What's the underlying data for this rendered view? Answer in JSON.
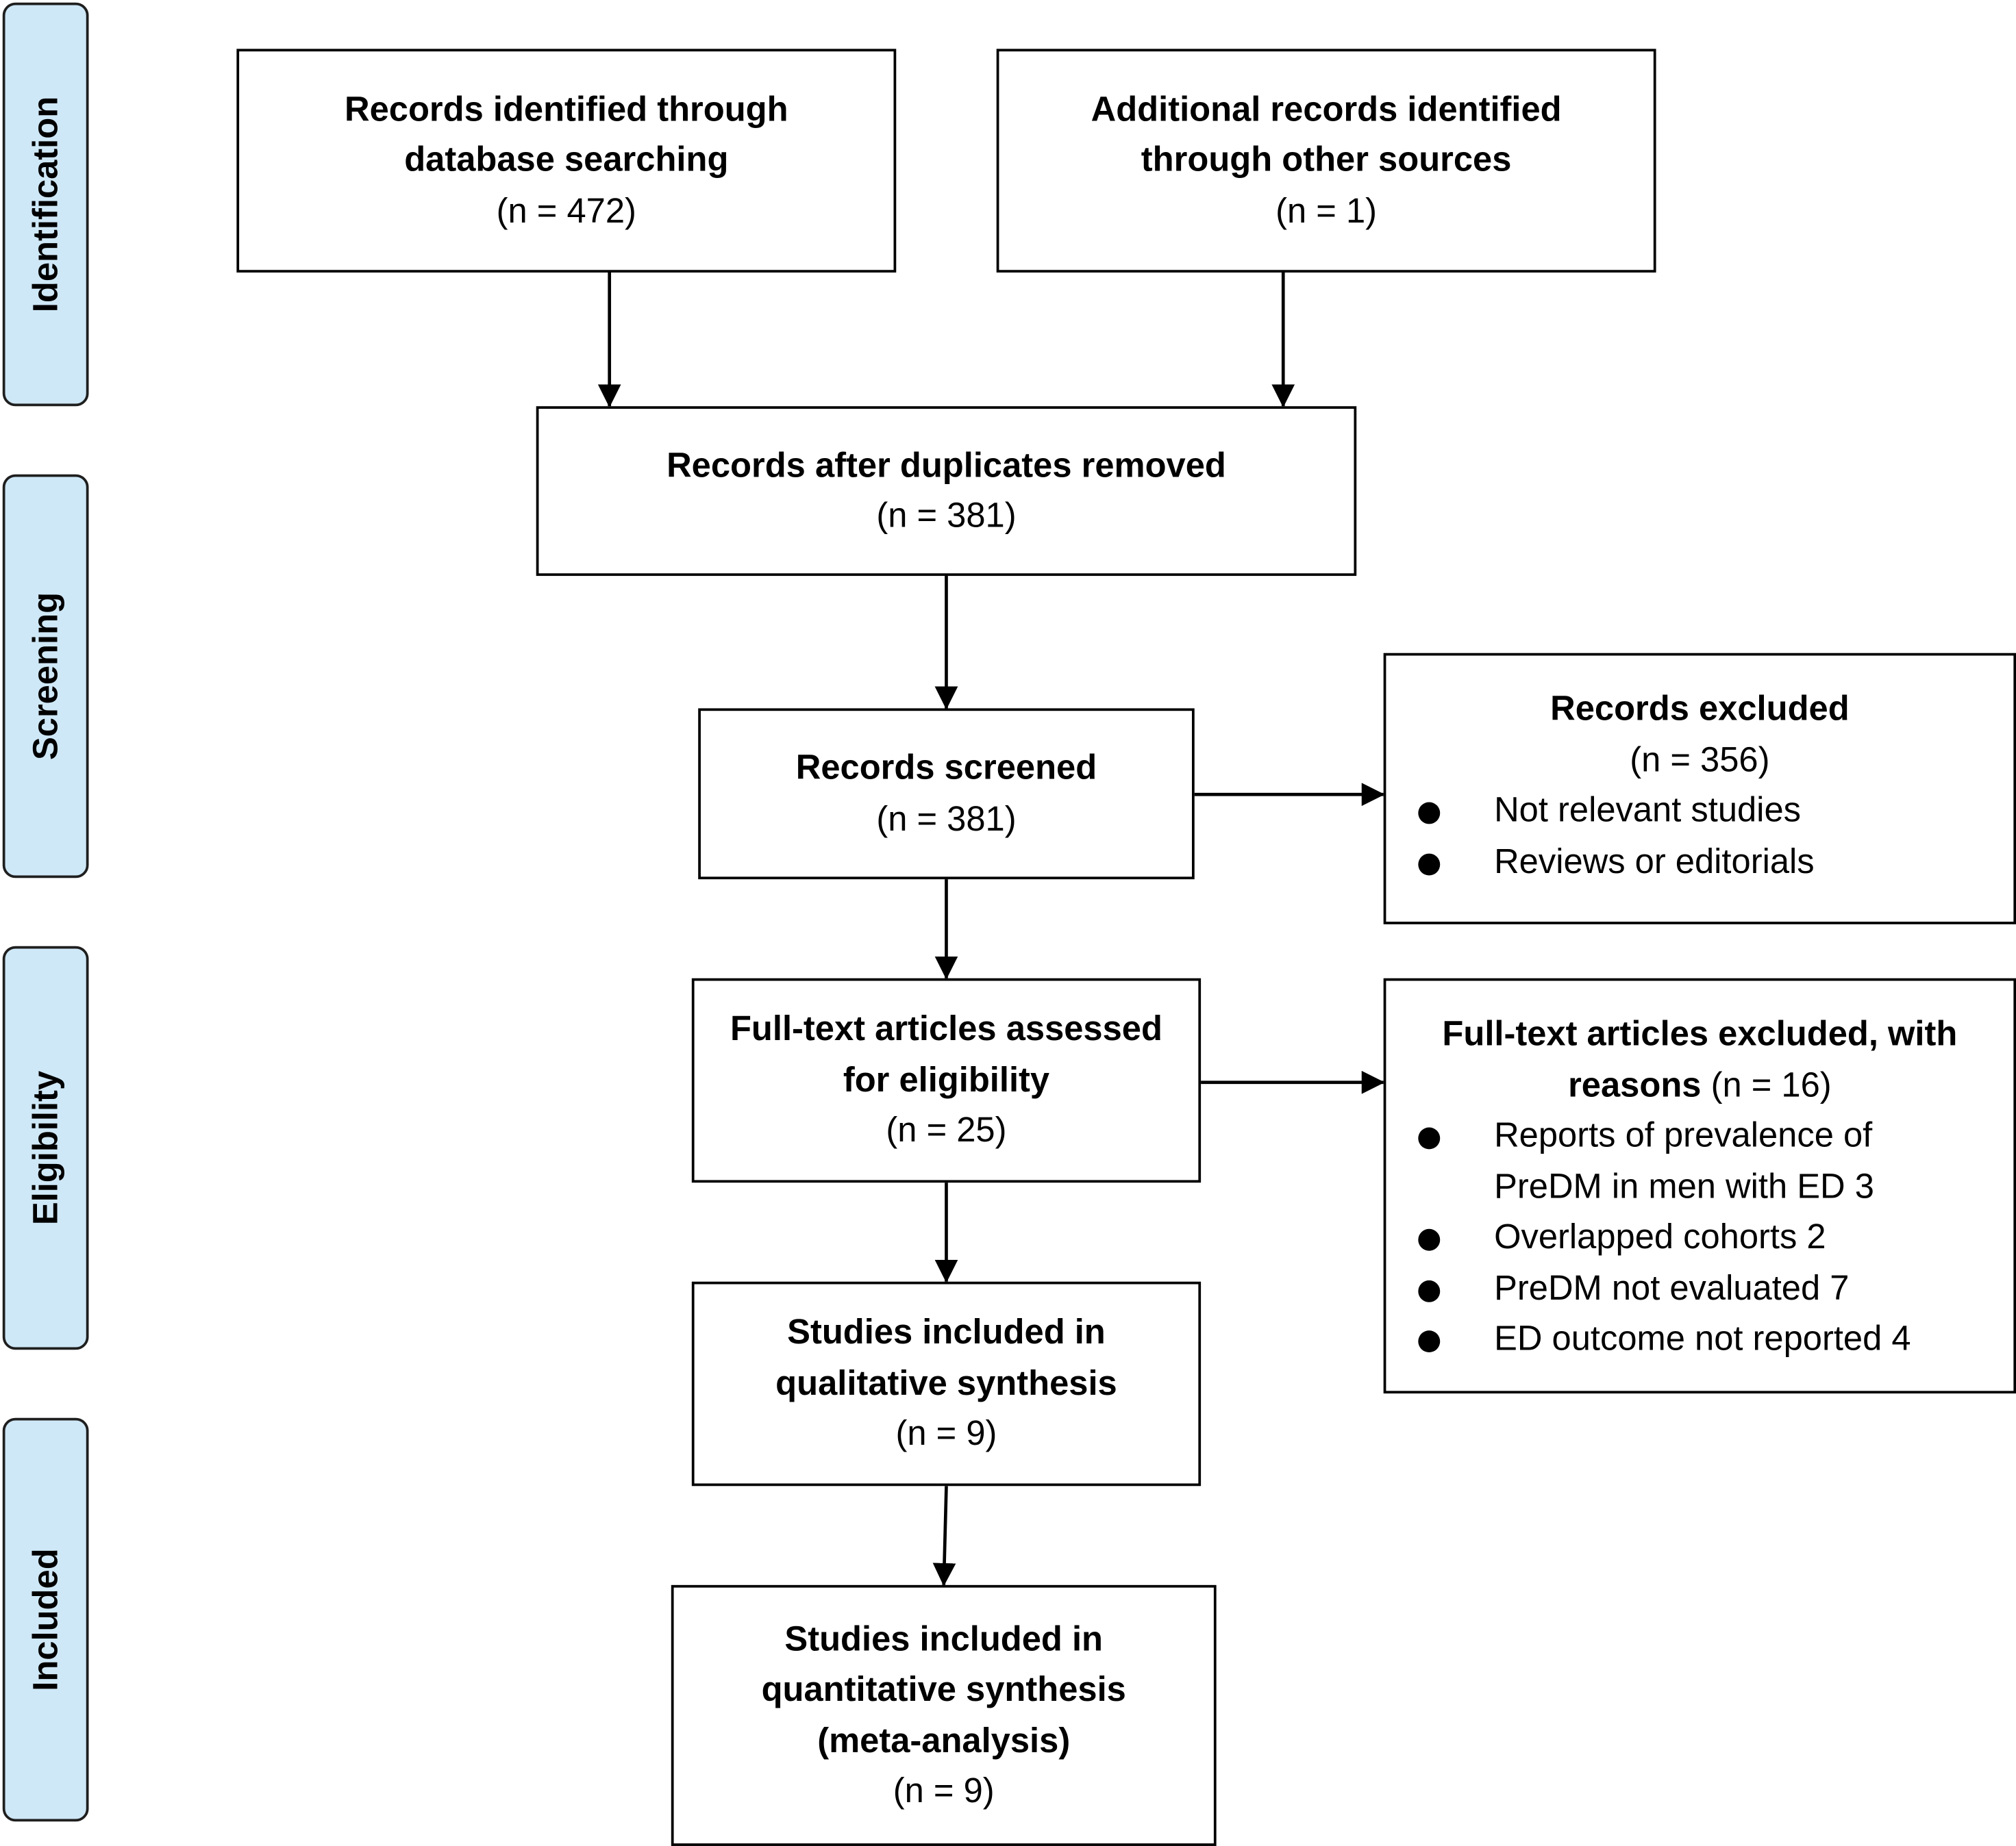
{
  "phases": [
    "Identification",
    "Screening",
    "Eligibility",
    "Included"
  ],
  "boxes": {
    "database": {
      "title": "Records identified through database searching",
      "count": "(n = 472)"
    },
    "other": {
      "title": "Additional records identified through other sources",
      "count": "(n = 1)"
    },
    "duplicates": {
      "title": "Records after duplicates removed",
      "count": "(n = 381)"
    },
    "screened": {
      "title": "Records screened",
      "count": "(n = 381)"
    },
    "excluded": {
      "title": "Records excluded",
      "count": "(n = 356)",
      "items": [
        "Not relevant studies",
        "Reviews or editorials"
      ]
    },
    "fulltext": {
      "title": "Full-text articles assessed for eligibility",
      "count": "(n = 25)"
    },
    "fulltext_excluded": {
      "title": "Full-text articles excluded, with reasons",
      "count": "(n = 16)",
      "items": [
        "Reports of prevalence of PreDM in men with ED 3",
        "Overlapped cohorts 2",
        "PreDM not evaluated 7",
        "ED outcome not reported 4"
      ]
    },
    "qualitative": {
      "title": "Studies included in qualitative synthesis",
      "count": "(n = 9)"
    },
    "quantitative": {
      "title": "Studies included in quantitative synthesis (meta-analysis)",
      "count": "(n = 9)"
    }
  }
}
